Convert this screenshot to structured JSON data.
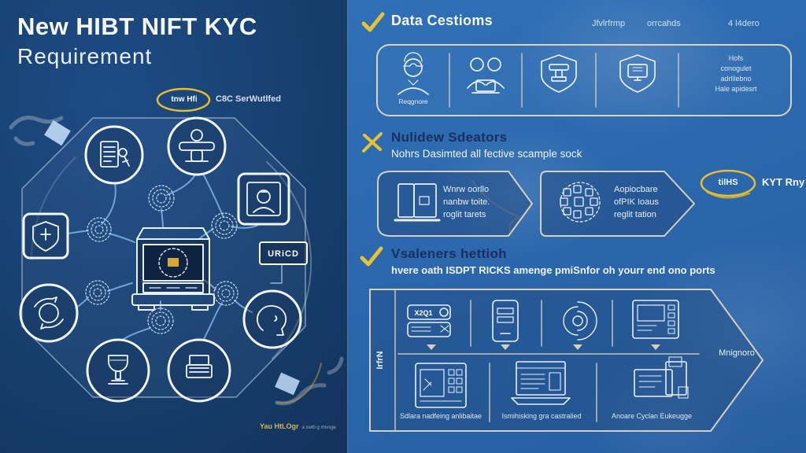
{
  "left": {
    "title1": "New HIBT NIFT KYC",
    "title2": "Requirement",
    "badge": "tnw Hfi",
    "badge_caption": "C8C SerWutlfed",
    "uricd": "URiCD",
    "logo": "Yau HtLOgr",
    "logo_tagline": "a swtb g mtvsge"
  },
  "sec1": {
    "title": "Data Cestioms",
    "meta1": "Jfvlrfrmp",
    "meta2": "orrcahds",
    "meta3": "4 l4dero",
    "cell1_label": "Reqgnore",
    "cell5_line1": "Hofs",
    "cell5_line2": "conogulet",
    "cell5_line3": "adrlilebno",
    "cell5_line4": "Hale apidesrt"
  },
  "sec2": {
    "title": "Nulidew Sdeators",
    "subtitle": "Nohrs Dasimted all fective scample sock",
    "tag1_line1": "Wnrw oorllo",
    "tag1_line2": "nanbw toite.",
    "tag1_line3": "roglit tarets",
    "tag2_line1": "Aopiocbare",
    "tag2_line2": "ofPIK Ioaus",
    "tag2_line3": "reglit tation",
    "badge": "tilHS",
    "badge_caption": "KYT Rny"
  },
  "sec3": {
    "title": "Vsaleners hettioh",
    "subtitle": "hvere oath ISDPT RICKS amenge pmiSnfor oh yourr end ono ports",
    "side_label": "IrfrN",
    "tip_label": "Mnignoro",
    "idcard_text": "X2Q1",
    "cap1": "Sdlara nadfeing anlibaitae",
    "cap2": "Ismihisking gra castralied",
    "cap3": "Anoare Cyclan Eukeugge"
  },
  "colors": {
    "accent_yellow": "#e7c233",
    "cream_border": "#d9d3bd",
    "blueprint_line": "#eaf1fa",
    "left_bg": "#17406f",
    "right_bg": "#2b66ab",
    "navy_header": "#1b2f5c"
  }
}
